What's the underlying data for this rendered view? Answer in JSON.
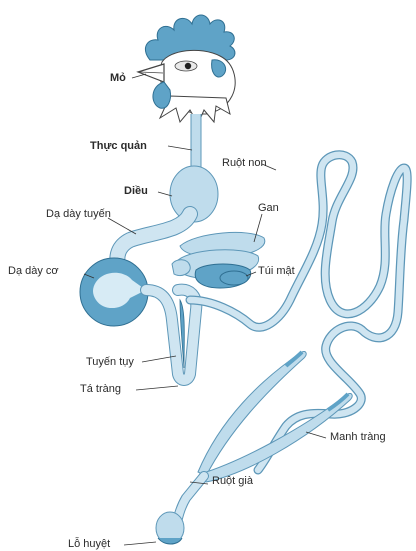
{
  "labels": {
    "mo": "Mỏ",
    "thuc_quan": "Thực quản",
    "dieu": "Diều",
    "da_day_tuyen": "Dạ dày tuyến",
    "da_day_co": "Dạ dày cơ",
    "gan": "Gan",
    "tui_mat": "Túi mật",
    "ruot_non": "Ruột non",
    "tuyen_tuy": "Tuyến tụy",
    "ta_trang": "Tá tràng",
    "manh_trang": "Manh tràng",
    "ruot_gia": "Ruột già",
    "lo_huyet": "Lỗ huyệt"
  },
  "colors": {
    "organ_dark": "#5fa3c7",
    "organ_light": "#bfdcec",
    "outline": "#5d97b8",
    "text": "#2b2b2b"
  },
  "icons": {
    "bird_head": "chicken-head-icon"
  }
}
